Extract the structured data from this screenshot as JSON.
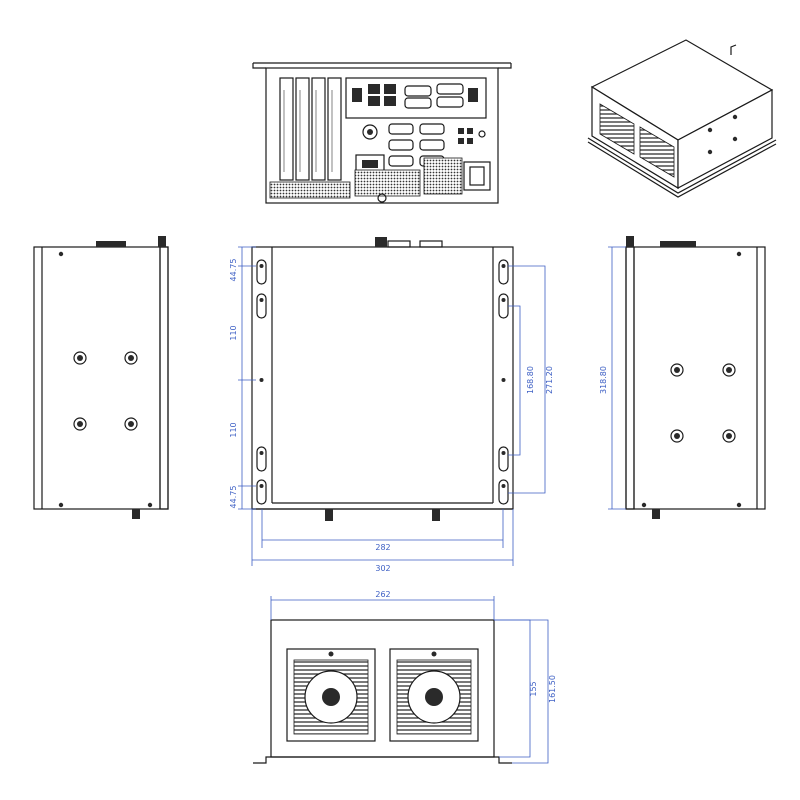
{
  "dimensions": {
    "top_slot": "44.75",
    "upper_spacing": "110",
    "lower_spacing": "110",
    "bottom_slot": "44.75",
    "inner_slot_span": "168.80",
    "outer_slot_span": "271.20",
    "height_side": "318.80",
    "inner_width": "282",
    "outer_width": "302",
    "front_width": "262",
    "front_height": "155",
    "front_height_total": "161.50"
  },
  "colors": {
    "line": "#1a1a1a",
    "dimension": "#3d5fc4"
  }
}
